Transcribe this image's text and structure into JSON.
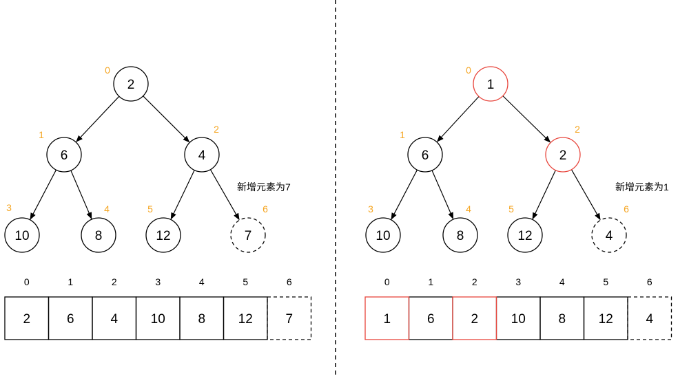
{
  "colors": {
    "stroke": "#000000",
    "highlight": "#E8453C",
    "index": "#F5A623",
    "background": "#FFFFFF"
  },
  "panels": [
    {
      "note": "新增元素为7",
      "nodes": [
        {
          "index": "0",
          "value": "2",
          "style": "solid"
        },
        {
          "index": "1",
          "value": "6",
          "style": "solid"
        },
        {
          "index": "2",
          "value": "4",
          "style": "solid"
        },
        {
          "index": "3",
          "value": "10",
          "style": "solid"
        },
        {
          "index": "4",
          "value": "8",
          "style": "solid"
        },
        {
          "index": "5",
          "value": "12",
          "style": "solid"
        },
        {
          "index": "6",
          "value": "7",
          "style": "dashed"
        }
      ],
      "array_indices": [
        "0",
        "1",
        "2",
        "3",
        "4",
        "5",
        "6"
      ],
      "array_cells": [
        {
          "value": "2",
          "style": "solid"
        },
        {
          "value": "6",
          "style": "solid"
        },
        {
          "value": "4",
          "style": "solid"
        },
        {
          "value": "10",
          "style": "solid"
        },
        {
          "value": "8",
          "style": "solid"
        },
        {
          "value": "12",
          "style": "solid"
        },
        {
          "value": "7",
          "style": "dashed"
        }
      ]
    },
    {
      "note": "新增元素为1",
      "nodes": [
        {
          "index": "0",
          "value": "1",
          "style": "highlight"
        },
        {
          "index": "1",
          "value": "6",
          "style": "solid"
        },
        {
          "index": "2",
          "value": "2",
          "style": "highlight"
        },
        {
          "index": "3",
          "value": "10",
          "style": "solid"
        },
        {
          "index": "4",
          "value": "8",
          "style": "solid"
        },
        {
          "index": "5",
          "value": "12",
          "style": "solid"
        },
        {
          "index": "6",
          "value": "4",
          "style": "dashed"
        }
      ],
      "array_indices": [
        "0",
        "1",
        "2",
        "3",
        "4",
        "5",
        "6"
      ],
      "array_cells": [
        {
          "value": "1",
          "style": "highlight"
        },
        {
          "value": "6",
          "style": "solid"
        },
        {
          "value": "2",
          "style": "highlight"
        },
        {
          "value": "10",
          "style": "solid"
        },
        {
          "value": "8",
          "style": "solid"
        },
        {
          "value": "12",
          "style": "solid"
        },
        {
          "value": "4",
          "style": "dashed"
        }
      ]
    }
  ]
}
